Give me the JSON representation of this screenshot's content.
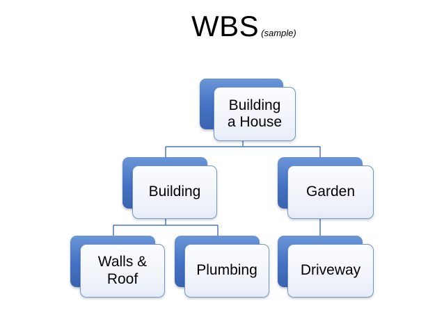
{
  "title": {
    "main": "WBS",
    "sub": "(sample)"
  },
  "nodes": {
    "root": {
      "label": "Building\na House"
    },
    "building": {
      "label": "Building"
    },
    "garden": {
      "label": "Garden"
    },
    "walls_roof": {
      "label": "Walls &\nRoof"
    },
    "plumbing": {
      "label": "Plumbing"
    },
    "driveway": {
      "label": "Driveway"
    }
  },
  "colors": {
    "accent": "#4472c4",
    "box_fill": "#eef2f9",
    "box_border": "#6f95cf",
    "connector": "#4a76c0"
  }
}
